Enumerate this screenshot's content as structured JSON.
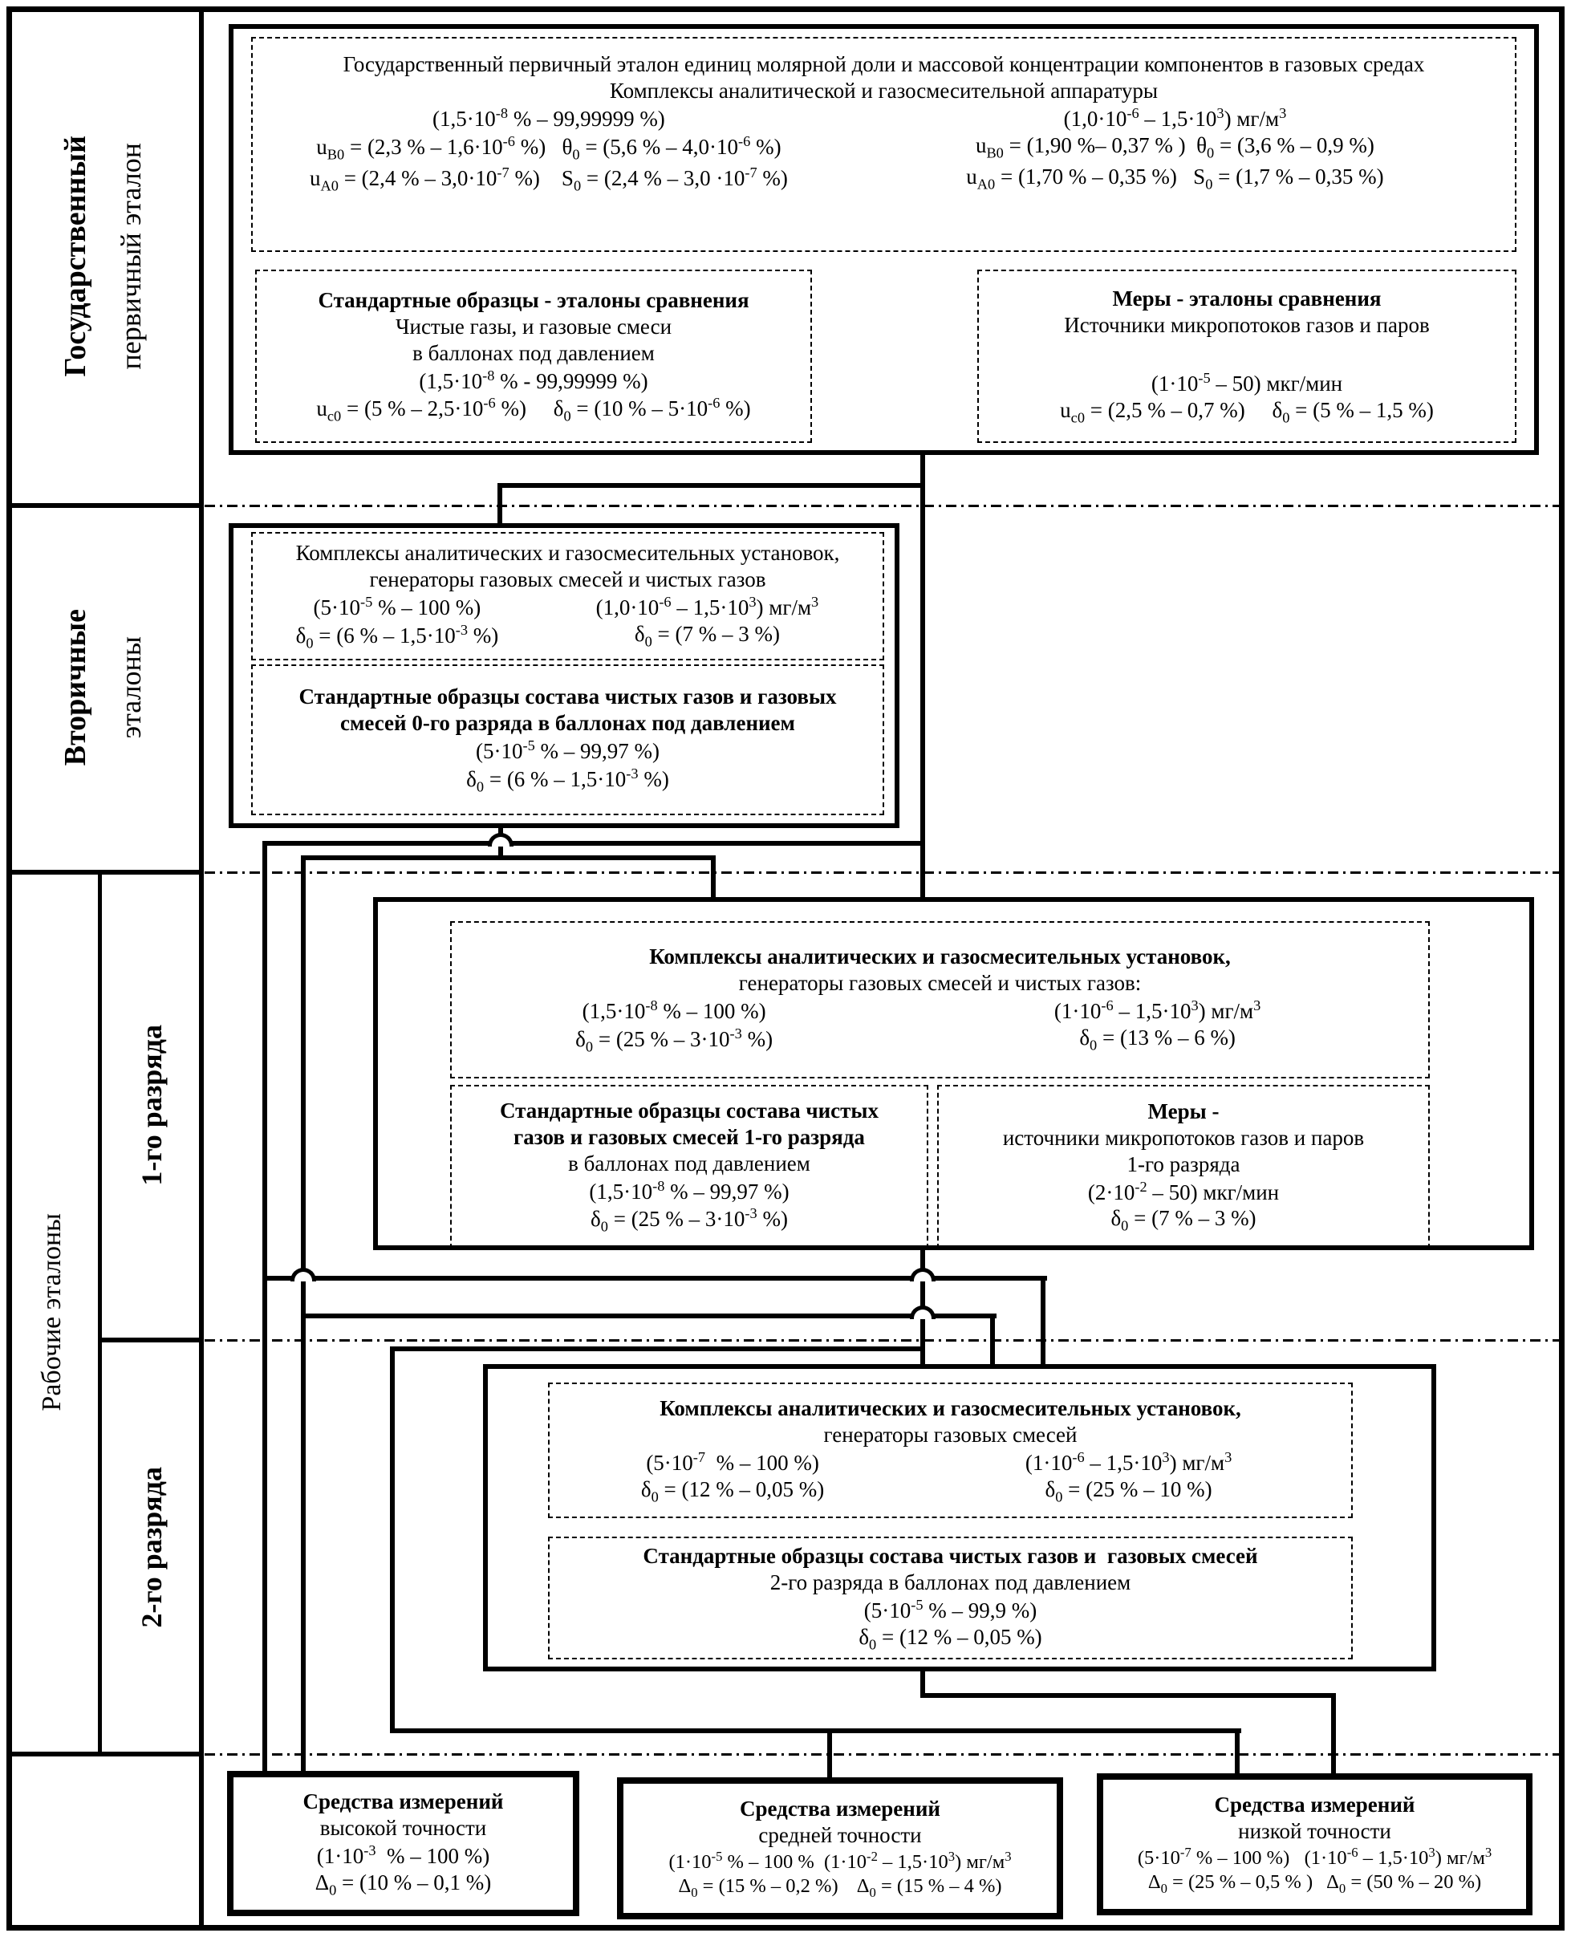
{
  "sidebar": {
    "row1_line1": "Государственный",
    "row1_line2": "первичный эталон",
    "row2_line1": "Вторичные",
    "row2_line2": "эталоны",
    "row3_label": "Рабочие эталоны",
    "row3_sub1": "1-го разряда",
    "row3_sub2": "2-го разряда"
  },
  "primary": {
    "title": "Государственный первичный эталон единиц молярной доли и массовой концентрации компонентов в газовых средах",
    "subtitle": "Комплексы аналитической и газосмесительной аппаратуры",
    "mole_range": "(1,5·10<sup>-8</sup> % – 99,99999 %)",
    "mass_range": "(1,0·10<sup>-6</sup> – 1,5·10<sup>3</sup>) мг/м<sup>3</sup>",
    "mole_u1": "u<sub>B0</sub> = (2,3 % – 1,6·10<sup>-6</sup> %)&nbsp;&nbsp; θ<sub>0</sub> = (5,6 % – 4,0·10<sup>-6</sup> %)",
    "mass_u1": "u<sub>B0</sub> = (1,90 %– 0,37 % )&nbsp; θ<sub>0</sub> = (3,6 % – 0,9 %)",
    "mole_u2": "u<sub>A0</sub> = (2,4 % – 3,0·10<sup>-7</sup> %)&nbsp;&nbsp;&nbsp; S<sub>0</sub> = (2,4 % – 3,0 ·10<sup>-7</sup> %)",
    "mass_u2": "u<sub>A0</sub> = (1,70 % – 0,35 %)&nbsp;&nbsp; S<sub>0</sub> = (1,7 % – 0,35 %)",
    "samples_title": "Стандартные образцы - эталоны сравнения",
    "samples_line1": "Чистые газы, и газовые смеси",
    "samples_line2": "в баллонах под давлением",
    "samples_range": "(1,5·10<sup>-8</sup> % - 99,99999 %)",
    "samples_u": "u<sub>c0</sub> = (5 % – 2,5·10<sup>-6</sup> %)&nbsp;&nbsp;&nbsp;&nbsp; δ<sub>0</sub> = (10 % – 5·10<sup>-6</sup> %)",
    "measures_title": "Меры - эталоны сравнения",
    "measures_line1": "Источники микропотоков газов и паров",
    "measures_range": "(1·10<sup>-5</sup> – 50) мкг/мин",
    "measures_u": "u<sub>c0</sub> = (2,5 % – 0,7 %)&nbsp;&nbsp;&nbsp;&nbsp; δ<sub>0</sub> = (5 % – 1,5 %)"
  },
  "secondary": {
    "complex_title": "Комплексы аналитических и газосмесительных установок,",
    "complex_line2": "генераторы газовых смесей и чистых газов",
    "mole_range": "(5·10<sup>-5</sup> % – 100 %)",
    "mass_range": "(1,0·10<sup>-6</sup> – 1,5·10<sup>3</sup>) мг/м<sup>3</sup>",
    "mole_delta": "δ<sub>0</sub> = (6 % – 1,5·10<sup>-3</sup> %)",
    "mass_delta": "δ<sub>0</sub> = (7 % – 3 %)",
    "samples_line1": "Стандартные образцы состава чистых газов и газовых",
    "samples_line2": "смесей 0-го разряда в баллонах под давлением",
    "samples_range": "(5·10<sup>-5</sup> % – 99,97 %)",
    "samples_delta": "δ<sub>0</sub> = (6 % – 1,5·10<sup>-3</sup> %)"
  },
  "first": {
    "complex_title": "Комплексы аналитических и газосмесительных установок,",
    "complex_line2": "генераторы газовых смесей и чистых газов:",
    "mole_range": "(1,5·10<sup>-8</sup> % – 100 %)",
    "mass_range": "(1·10<sup>-6</sup> – 1,5·10<sup>3</sup>) мг/м<sup>3</sup>",
    "mole_delta": "δ<sub>0</sub> = (25 % – 3·10<sup>-3</sup> %)",
    "mass_delta": "δ<sub>0</sub> = (13 % – 6 %)",
    "samples_line1": "Стандартные образцы состава чистых",
    "samples_line2": "газов и газовых смесей 1-го разряда",
    "samples_line3": "в баллонах под давлением",
    "samples_range": "(1,5·10<sup>-8</sup> % – 99,97 %)",
    "samples_delta": "δ<sub>0</sub> = (25 % – 3·10<sup>-3</sup> %)",
    "measures_title": "Меры -",
    "measures_line2": "источники микропотоков газов и паров",
    "measures_line3": "1-го разряда",
    "measures_range": "(2·10<sup>-2</sup> – 50) мкг/мин",
    "measures_delta": "δ<sub>0</sub> = (7 % – 3 %)"
  },
  "second": {
    "complex_title": "Комплексы аналитических и газосмесительных установок,",
    "complex_line2": "генераторы газовых смесей",
    "mole_range": "(5·10<sup>-7</sup>&nbsp; % – 100 %)",
    "mass_range": "(1·10<sup>-6</sup> – 1,5·10<sup>3</sup>) мг/м<sup>3</sup>",
    "mole_delta": "δ<sub>0</sub> = (12 % – 0,05 %)",
    "mass_delta": "δ<sub>0</sub> = (25 % – 10 %)",
    "samples_line1": "Стандартные образцы состава чистых газов и&nbsp; газовых смесей",
    "samples_line2": "2-го разряда в баллонах под давлением",
    "samples_range": "(5·10<sup>-5</sup> % – 99,9 %)",
    "samples_delta": "δ<sub>0</sub> = (12 % – 0,05 %)"
  },
  "instruments": {
    "high_title": "Средства измерений",
    "high_line2": "высокой точности",
    "high_range": "(1·10<sup>-3</sup>&nbsp; % – 100 %)",
    "high_delta": "Δ<sub>0</sub> = (10 % – 0,1 %)",
    "medium_title": "Средства измерений",
    "medium_line2": "средней точности",
    "medium_range": "(1·10<sup>-5</sup> % – 100 %&nbsp; (1·10<sup>-2</sup> – 1,5·10<sup>3</sup>) мг/м<sup>3</sup>",
    "medium_delta": "Δ<sub>0</sub> = (15 % – 0,2 %)&nbsp;&nbsp;&nbsp; Δ<sub>0</sub> = (15 % – 4 %)",
    "low_title": "Средства измерений",
    "low_line2": "низкой точности",
    "low_range": "(5·10<sup>-7</sup> % – 100 %)&nbsp;&nbsp; (1·10<sup>-6</sup> – 1,5·10<sup>3</sup>) мг/м<sup>3</sup>",
    "low_delta": "Δ<sub>0</sub> = (25 % – 0,5 % )&nbsp;&nbsp; Δ<sub>0</sub> = (50 % – 20 %)"
  },
  "colors": {
    "line": "#000000",
    "background": "#ffffff"
  }
}
